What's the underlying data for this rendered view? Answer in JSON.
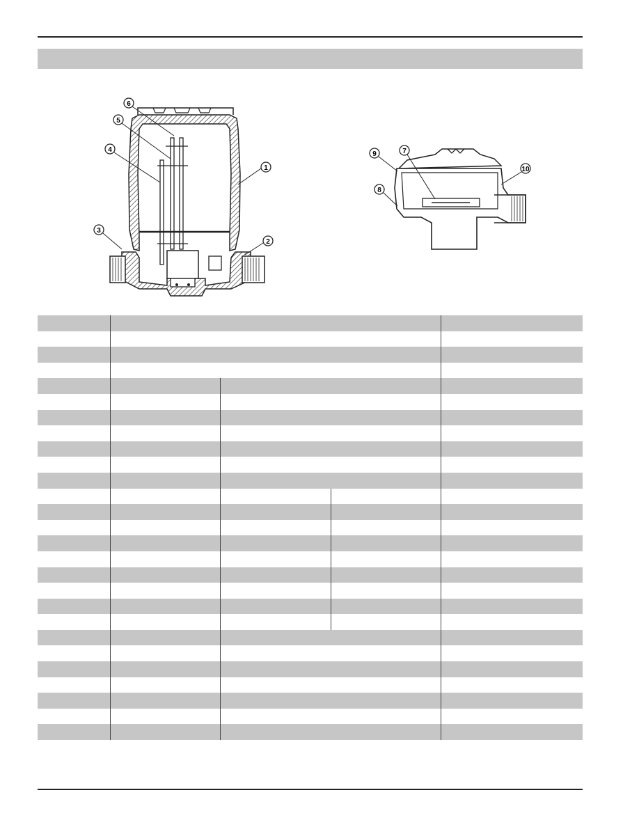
{
  "page": {
    "title": "",
    "figures": [
      {
        "name": "float-switch-assembly",
        "callouts": [
          "1",
          "2",
          "3",
          "4",
          "5",
          "6"
        ]
      },
      {
        "name": "junction-box-assembly",
        "callouts": [
          "7",
          "8",
          "9",
          "10"
        ]
      }
    ]
  },
  "parts_table": {
    "headers": [
      "",
      "",
      "",
      ""
    ],
    "rows": []
  },
  "footer": {
    "text": ""
  }
}
